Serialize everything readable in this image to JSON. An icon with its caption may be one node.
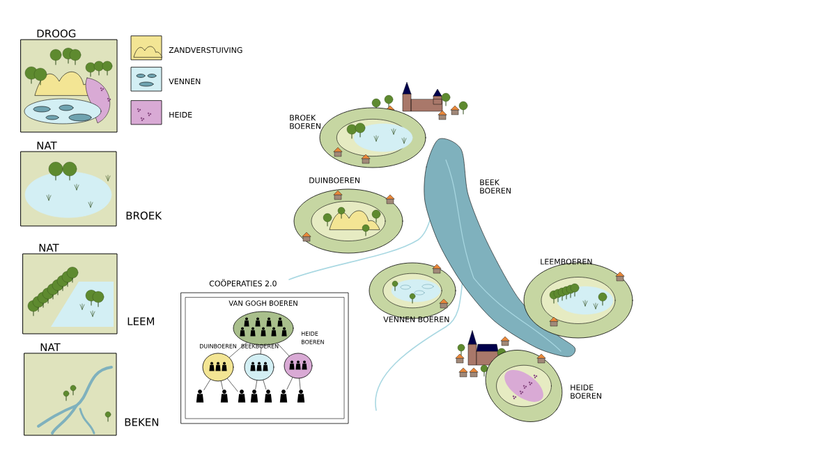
{
  "diagram": {
    "nodes": [
      {
        "text": [
          "DROOG"
        ]
      },
      {
        "text": [
          "NAT"
        ],
        "beside": [
          "BROEK"
        ]
      },
      {
        "text": [
          "NAT"
        ],
        "beside": [
          "LEEM"
        ]
      },
      {
        "text": [
          "NAT"
        ],
        "beside": [
          "BEKEN"
        ]
      },
      {
        "text": [
          "BROEK BOEREN"
        ]
      },
      {
        "text": [
          "DUINBOEREN"
        ]
      },
      {
        "text": [
          "BEEK BOEREN"
        ]
      },
      {
        "text": [
          "VENNEN BOEREN"
        ]
      },
      {
        "text": [
          "LEEMBOEREN"
        ]
      },
      {
        "text": [
          "HEIDE BOEREN"
        ]
      },
      {
        "text": [
          "COÖPERATIES 2.0"
        ]
      },
      {
        "text": [
          "VAN GOGH BOEREN"
        ],
        "in": 10
      },
      {
        "text": [
          "DUINBOEREN"
        ],
        "in": 10
      },
      {
        "text": [
          "BEEKBOEREN"
        ],
        "in": 10
      },
      {
        "text": [
          "HEIDE BOEREN"
        ],
        "in": 10
      },
      {
        "text": [],
        "shape": "person",
        "in": 10
      },
      {
        "text": [],
        "shape": "person",
        "in": 10
      },
      {
        "text": [],
        "shape": "person",
        "in": 10
      },
      {
        "text": [],
        "shape": "person",
        "in": 10
      },
      {
        "text": [],
        "shape": "person",
        "in": 10
      },
      {
        "text": [],
        "shape": "person",
        "in": 10
      },
      {
        "text": [],
        "shape": "person",
        "in": 10
      }
    ],
    "edges": [
      {
        "from": 11,
        "to": 12,
        "arrow": "none"
      },
      {
        "from": 11,
        "to": 13,
        "arrow": "none"
      },
      {
        "from": 11,
        "to": 14,
        "arrow": "none"
      },
      {
        "from": 12,
        "to": 15,
        "arrow": "none"
      },
      {
        "from": 12,
        "to": 16,
        "arrow": "none"
      },
      {
        "from": 12,
        "to": 17,
        "arrow": "none"
      },
      {
        "from": 13,
        "to": 18,
        "arrow": "none"
      },
      {
        "from": 13,
        "to": 19,
        "arrow": "none"
      },
      {
        "from": 14,
        "to": 20,
        "arrow": "none"
      },
      {
        "from": 14,
        "to": 21,
        "arrow": "none"
      }
    ],
    "legend": [
      {
        "text": "ZANDVERSTUIVING",
        "color": "#f3e594"
      },
      {
        "text": "VENNEN",
        "color": "#d3eff4"
      },
      {
        "text": "HEIDE",
        "color": "#d9aad5"
      }
    ]
  }
}
